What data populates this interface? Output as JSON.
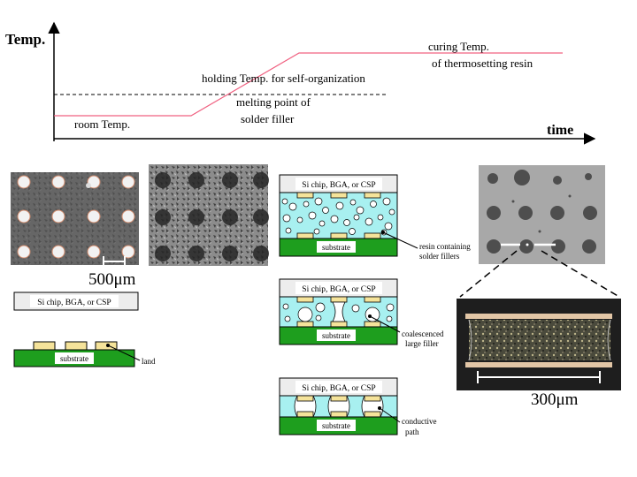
{
  "axes": {
    "y_label": "Temp.",
    "x_label": "time"
  },
  "profile": {
    "room_label": "room Temp.",
    "holding_label": "holding Temp. for self-organization",
    "melting_line1": "melting point of",
    "melting_line2": "solder filler",
    "curing_line1": "curing Temp.",
    "curing_line2": "of thermosetting resin"
  },
  "micrographs": {
    "scale_500": "500μm",
    "scale_300": "300μm"
  },
  "diagrams": {
    "chip_label": "Si chip, BGA, or CSP",
    "substrate_label": "substrate",
    "land_label": "land",
    "resin_line1": "resin containing",
    "resin_line2": "solder fillers",
    "coalesced_line1": "coalescenced",
    "coalesced_line2": "large filler",
    "path_line1": "conductive",
    "path_line2": "path"
  },
  "colors": {
    "profile_line": "#f06080",
    "substrate": "#1e9e1e",
    "resin": "#a8f0f0",
    "land": "#f5e39a",
    "chip": "#ededed"
  }
}
